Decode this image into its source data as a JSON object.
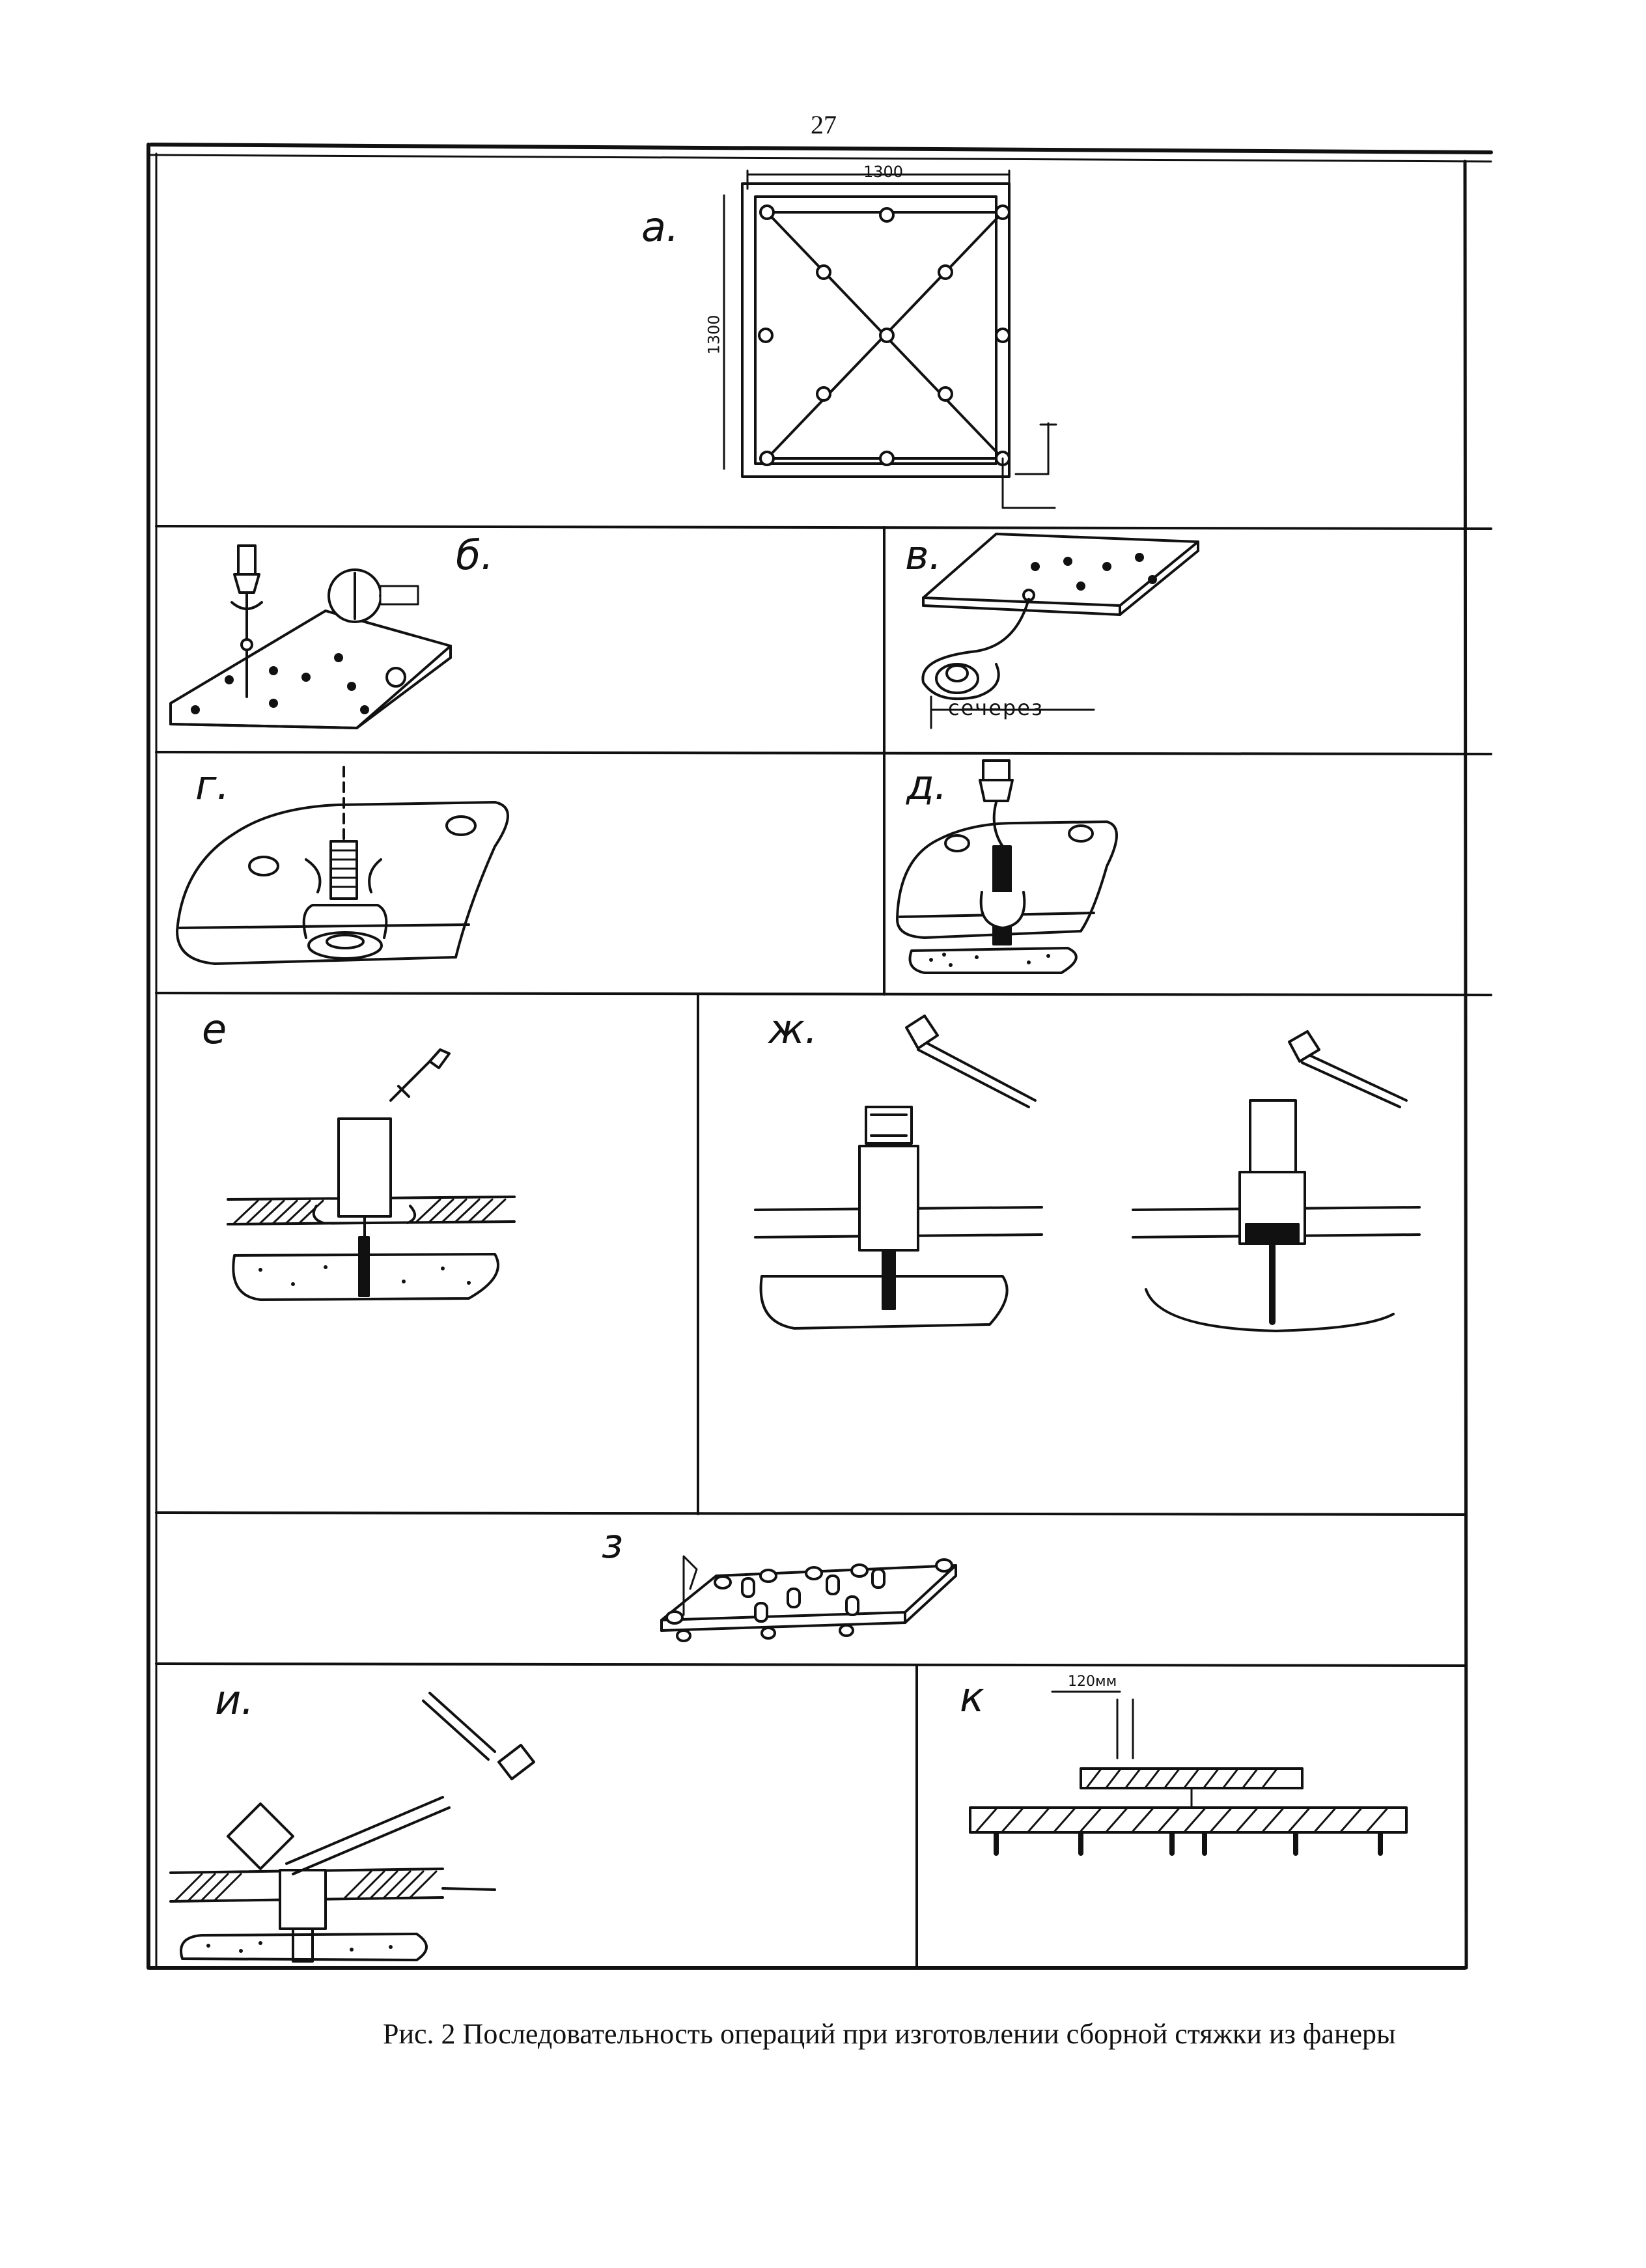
{
  "page_number": "27",
  "panels": {
    "a": {
      "label": "а.",
      "dim_width": "1300",
      "dim_height": "1300"
    },
    "b": {
      "label": "б."
    },
    "v": {
      "label": "в.",
      "callout": "сечерез"
    },
    "g": {
      "label": "г."
    },
    "d": {
      "label": "д."
    },
    "e": {
      "label": "е"
    },
    "zh": {
      "label": "ж."
    },
    "z": {
      "label": "з"
    },
    "i": {
      "label": "и."
    },
    "k": {
      "label": "к",
      "dim": "120мм"
    }
  },
  "caption": "Рис. 2 Последовательность операций при изготовлении сборной стяжки из фанеры"
}
